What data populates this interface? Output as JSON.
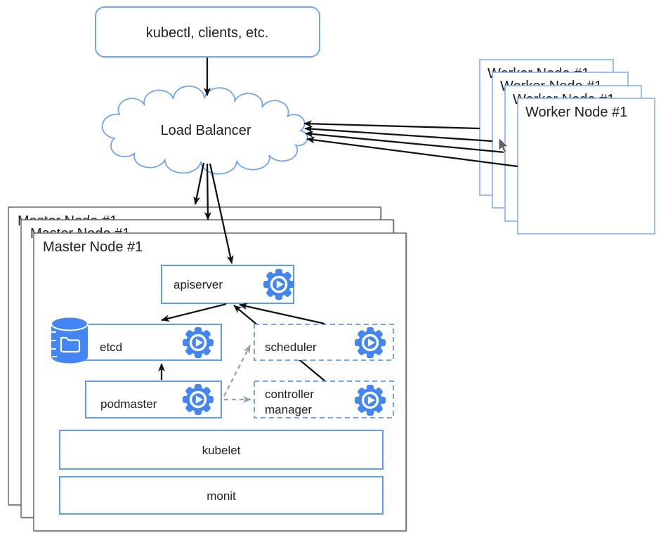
{
  "client_box": {
    "label": "kubectl, clients, etc."
  },
  "load_balancer": {
    "label": "Load Balancer"
  },
  "worker_stack": {
    "label": "Worker Node #1",
    "count": 4
  },
  "master_stack": {
    "label": "Master Node #1",
    "count": 3
  },
  "components": {
    "apiserver": {
      "label": "apiserver",
      "border": "solid",
      "has_gear": true
    },
    "etcd": {
      "label": "etcd",
      "border": "solid",
      "has_gear": true,
      "has_storage_icon": true
    },
    "podmaster": {
      "label": "podmaster",
      "border": "solid",
      "has_gear": true
    },
    "scheduler": {
      "label": "scheduler",
      "border": "dashed",
      "has_gear": true
    },
    "controller_manager": {
      "label_line1": "controller",
      "label_line2": "manager",
      "border": "dashed",
      "has_gear": true
    },
    "kubelet": {
      "label": "kubelet",
      "border": "solid",
      "has_gear": false
    },
    "monit": {
      "label": "monit",
      "border": "solid",
      "has_gear": false
    }
  },
  "icons": {
    "gear": "gear-play-icon",
    "storage": "database-folder-icon",
    "cursor": "mouse-pointer-icon"
  },
  "colors": {
    "box_border_blue": "#5b9cf8",
    "worker_border_blue": "#80b1f8",
    "cloud_border_blue": "#6fa5f5",
    "dashed_border_blue": "#6fa5f7",
    "icon_blue": "#4285f4",
    "master_border_gray": "#555555",
    "arrow_black": "#111111",
    "arrow_dashed_gray": "#9aa0a6"
  },
  "edges": [
    {
      "from": "kubectl, clients, etc.",
      "to": "Load Balancer",
      "style": "solid"
    },
    {
      "from": "Worker Node #1 (x4)",
      "to": "Load Balancer",
      "style": "solid"
    },
    {
      "from": "Load Balancer",
      "to": "Master Node #1 (back)",
      "style": "solid"
    },
    {
      "from": "Load Balancer",
      "to": "Master Node #1 (middle)",
      "style": "solid"
    },
    {
      "from": "Load Balancer",
      "to": "apiserver",
      "style": "solid"
    },
    {
      "from": "scheduler",
      "to": "apiserver",
      "style": "solid"
    },
    {
      "from": "controller manager",
      "to": "apiserver",
      "style": "solid"
    },
    {
      "from": "apiserver",
      "to": "etcd",
      "style": "solid"
    },
    {
      "from": "podmaster",
      "to": "etcd",
      "style": "solid"
    },
    {
      "from": "podmaster",
      "to": "scheduler",
      "style": "dashed"
    },
    {
      "from": "podmaster",
      "to": "controller manager",
      "style": "dashed"
    }
  ]
}
